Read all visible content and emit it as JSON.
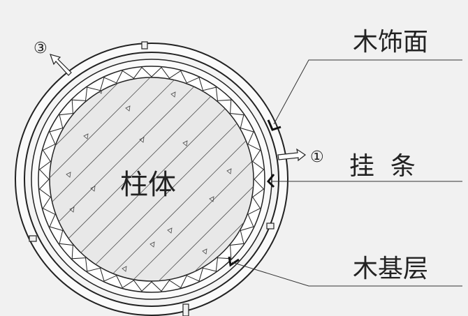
{
  "labels": {
    "wood_veneer": "木饰面",
    "hanging_strip": "挂  条",
    "wood_base_layer": "木基层",
    "column_body": "柱体",
    "marker_1": "①",
    "marker_3": "③"
  },
  "colors": {
    "line": "#222222",
    "background": "#f1f1f1",
    "concrete": "#e6e6e6"
  }
}
